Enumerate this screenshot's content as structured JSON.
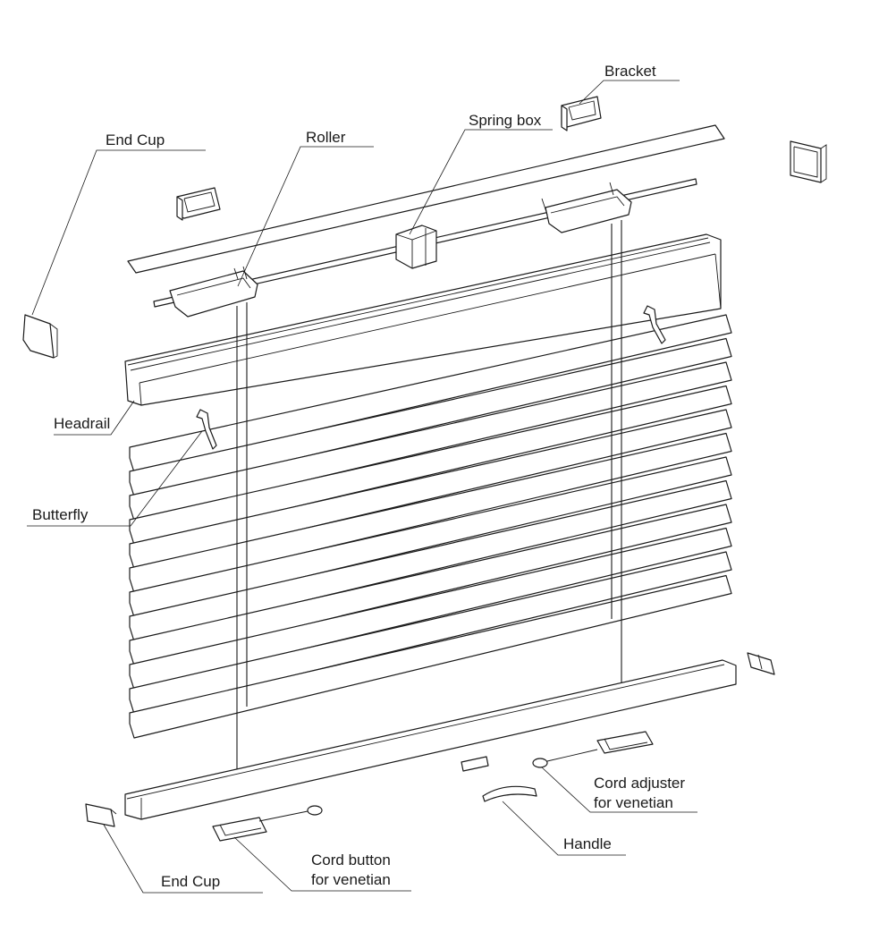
{
  "labels": {
    "bracket": "Bracket",
    "spring_box": "Spring box",
    "end_cup_top": "End Cup",
    "roller": "Roller",
    "headrail": "Headrail",
    "butterfly": "Butterfly",
    "cord_adjuster_line1": "Cord adjuster",
    "cord_adjuster_line2": "for venetian",
    "handle": "Handle",
    "end_cup_bottom": "End Cup",
    "cord_button_line1": "Cord button",
    "cord_button_line2": "for venetian"
  },
  "colors": {
    "stroke": "#1a1a1a",
    "background": "#ffffff"
  }
}
